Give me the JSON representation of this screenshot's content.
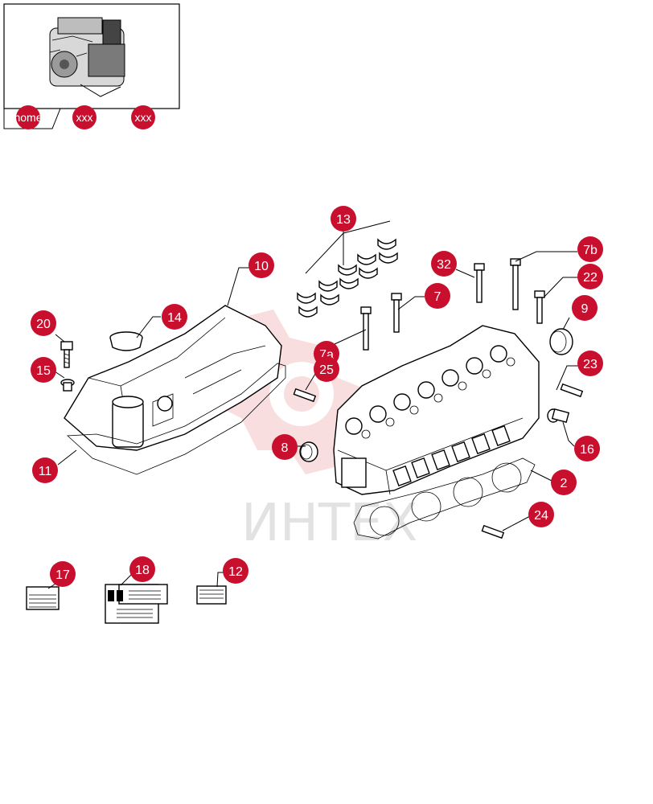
{
  "nav": {
    "home_label": "home",
    "back_label": "xxx",
    "forward_label": "xxx"
  },
  "watermark": {
    "text": "ИНТЕХ",
    "color": "#e2e2e2",
    "logo_color": "#f4c4c4"
  },
  "callout_color": "#c8102e",
  "callouts": [
    {
      "id": "c13",
      "label": "13"
    },
    {
      "id": "c10",
      "label": "10"
    },
    {
      "id": "c32",
      "label": "32"
    },
    {
      "id": "c7b",
      "label": "7b"
    },
    {
      "id": "c22",
      "label": "22"
    },
    {
      "id": "c7",
      "label": "7"
    },
    {
      "id": "c9",
      "label": "9"
    },
    {
      "id": "c20",
      "label": "20"
    },
    {
      "id": "c14",
      "label": "14"
    },
    {
      "id": "c7a",
      "label": "7a"
    },
    {
      "id": "c25",
      "label": "25"
    },
    {
      "id": "c23",
      "label": "23"
    },
    {
      "id": "c15",
      "label": "15"
    },
    {
      "id": "c8",
      "label": "8"
    },
    {
      "id": "c16",
      "label": "16"
    },
    {
      "id": "c11",
      "label": "11"
    },
    {
      "id": "c2",
      "label": "2"
    },
    {
      "id": "c24",
      "label": "24"
    },
    {
      "id": "c17",
      "label": "17"
    },
    {
      "id": "c18",
      "label": "18"
    },
    {
      "id": "c12",
      "label": "12"
    }
  ]
}
